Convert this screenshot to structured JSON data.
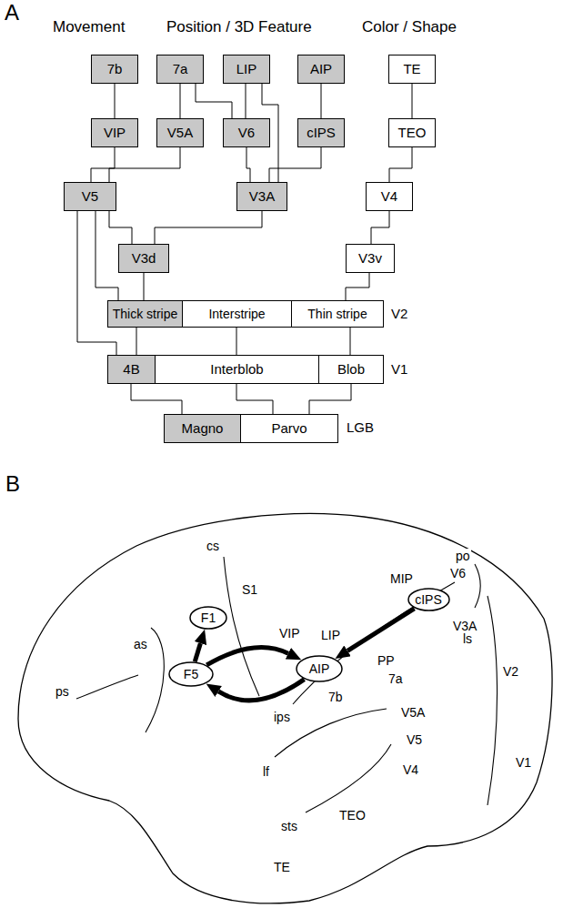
{
  "diagram": {
    "nodes": [
      {
        "text": [
          "7b"
        ]
      },
      {
        "text": [
          "7a"
        ]
      },
      {
        "text": [
          "LIP"
        ]
      },
      {
        "text": [
          "AIP"
        ]
      },
      {
        "text": [
          "TE"
        ]
      },
      {
        "text": [
          "VIP"
        ]
      },
      {
        "text": [
          "V5A"
        ]
      },
      {
        "text": [
          "V6"
        ]
      },
      {
        "text": [
          "cIPS"
        ]
      },
      {
        "text": [
          "TEO"
        ]
      },
      {
        "text": [
          "V5"
        ]
      },
      {
        "text": [
          "V3A"
        ]
      },
      {
        "text": [
          "V4"
        ]
      },
      {
        "text": [
          "V3d"
        ]
      },
      {
        "text": [
          "V3v"
        ]
      },
      {
        "text": [
          "Thick stripe"
        ]
      },
      {
        "text": [
          "Interstripe"
        ]
      },
      {
        "text": [
          "Thin stripe"
        ]
      },
      {
        "text": [
          "4B"
        ]
      },
      {
        "text": [
          "Interblob"
        ]
      },
      {
        "text": [
          "Blob"
        ]
      },
      {
        "text": [
          "Magno"
        ]
      },
      {
        "text": [
          "Parvo"
        ]
      },
      {
        "text": [
          "F1"
        ]
      },
      {
        "text": [
          "F5"
        ]
      },
      {
        "text": [
          "AIP"
        ]
      },
      {
        "text": [
          "cIPS"
        ]
      }
    ],
    "edges": [
      {
        "from": 0,
        "to": 5,
        "arrow": "none"
      },
      {
        "from": 5,
        "to": 10,
        "arrow": "none"
      },
      {
        "from": 1,
        "to": 6,
        "arrow": "none"
      },
      {
        "from": 1,
        "to": 7,
        "arrow": "none"
      },
      {
        "from": 6,
        "to": 10,
        "arrow": "none"
      },
      {
        "from": 2,
        "to": 7,
        "arrow": "none"
      },
      {
        "from": 2,
        "to": 11,
        "arrow": "none"
      },
      {
        "from": 3,
        "to": 8,
        "arrow": "none"
      },
      {
        "from": 7,
        "to": 11,
        "arrow": "none"
      },
      {
        "from": 8,
        "to": 11,
        "arrow": "none"
      },
      {
        "from": 4,
        "to": 9,
        "arrow": "none"
      },
      {
        "from": 9,
        "to": 12,
        "arrow": "none"
      },
      {
        "from": 10,
        "to": 13,
        "arrow": "none"
      },
      {
        "from": 11,
        "to": 13,
        "arrow": "none"
      },
      {
        "from": 12,
        "to": 14,
        "arrow": "none"
      },
      {
        "from": 13,
        "to": 15,
        "arrow": "none"
      },
      {
        "from": 10,
        "to": 15,
        "arrow": "none"
      },
      {
        "from": 10,
        "to": 18,
        "arrow": "none"
      },
      {
        "from": 14,
        "to": 17,
        "arrow": "none"
      },
      {
        "from": 15,
        "to": 18,
        "arrow": "none"
      },
      {
        "from": 16,
        "to": 19,
        "arrow": "none"
      },
      {
        "from": 17,
        "to": 20,
        "arrow": "none"
      },
      {
        "from": 18,
        "to": 21,
        "arrow": "none"
      },
      {
        "from": 19,
        "to": 22,
        "arrow": "none"
      },
      {
        "from": 20,
        "to": 22,
        "arrow": "none"
      },
      {
        "from": 24,
        "to": 23,
        "arrow": "to"
      },
      {
        "from": 24,
        "to": 25,
        "arrow": "to"
      },
      {
        "from": 25,
        "to": 24,
        "arrow": "to"
      },
      {
        "from": 26,
        "to": 25,
        "arrow": "to"
      }
    ],
    "labels": [
      "A",
      "Movement",
      "Position / 3D Feature",
      "Color / Shape",
      "V2",
      "V1",
      "LGB",
      "B",
      "cs",
      "as",
      "ps",
      "S1",
      "MIP",
      "V6",
      "po",
      "VIP",
      "LIP",
      "V3A",
      "PP",
      "7a",
      "ls",
      "V2",
      "7b",
      "ips",
      "V5A",
      "V5",
      "V1",
      "lf",
      "V4",
      "TEO",
      "sts",
      "TE"
    ]
  }
}
